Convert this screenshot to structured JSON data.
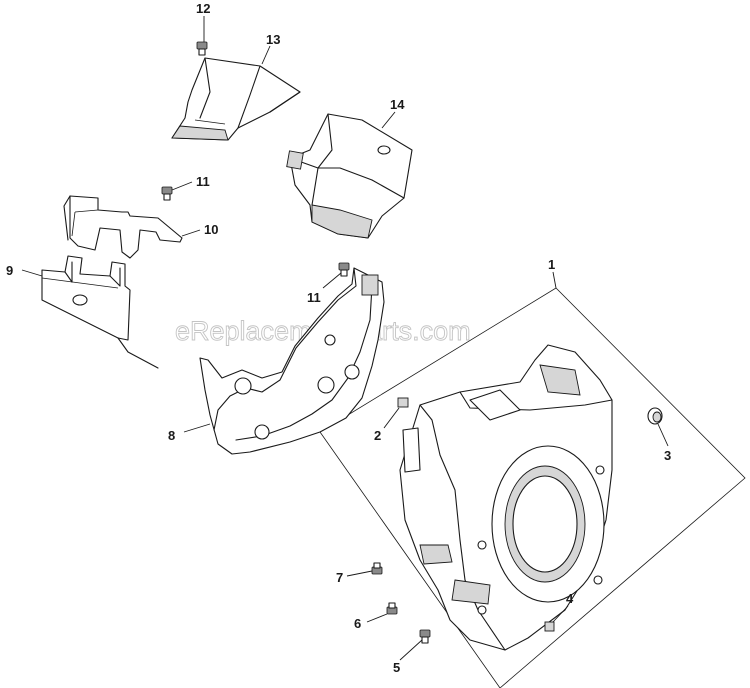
{
  "watermark": "eReplacementParts.com",
  "callouts": {
    "c1": "1",
    "c2": "2",
    "c3": "3",
    "c4": "4",
    "c5": "5",
    "c6": "6",
    "c7": "7",
    "c8": "8",
    "c9": "9",
    "c10": "10",
    "c11a": "11",
    "c11b": "11",
    "c12": "12",
    "c13": "13",
    "c14": "14"
  }
}
